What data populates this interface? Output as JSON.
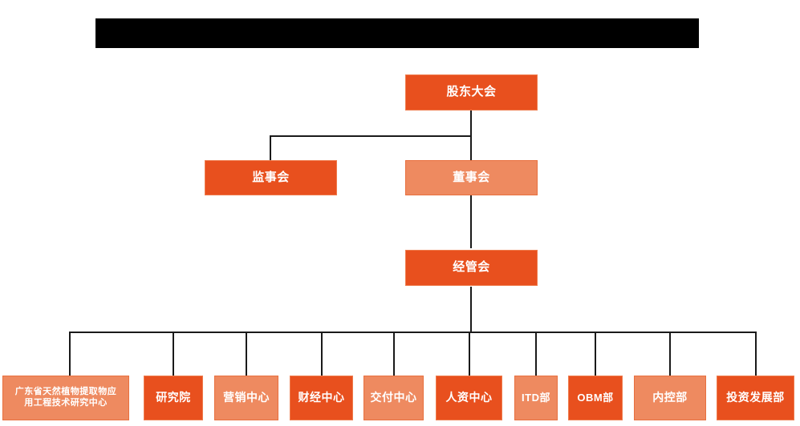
{
  "diagram": {
    "title_bar": {
      "name": "redacted-title-bar",
      "text": ""
    },
    "palette": {
      "dark_orange": "#e8501e",
      "light_salmon": "#ee8a60",
      "connector": "#1a1a1a",
      "background": "#ffffff",
      "redaction": "#000000",
      "text": "#ffffff"
    },
    "levels": [
      {
        "level": 1,
        "nodes": [
          {
            "id": "shareholders-meeting",
            "label": "股东大会",
            "tone": "dark"
          }
        ]
      },
      {
        "level": 2,
        "nodes": [
          {
            "id": "board-of-supervisors",
            "label": "监事会",
            "tone": "dark"
          },
          {
            "id": "board-of-directors",
            "label": "董事会",
            "tone": "light"
          }
        ]
      },
      {
        "level": 3,
        "nodes": [
          {
            "id": "management-committee",
            "label": "经管会",
            "tone": "dark"
          }
        ]
      },
      {
        "level": 4,
        "nodes": [
          {
            "id": "guangdong-research-center",
            "label_line1": "广东省天然植物提取物应",
            "label_line2": "用工程技术研究中心",
            "tone": "light"
          },
          {
            "id": "research-institute",
            "label": "研究院",
            "tone": "dark"
          },
          {
            "id": "marketing-center",
            "label": "营销中心",
            "tone": "light"
          },
          {
            "id": "finance-center",
            "label": "财经中心",
            "tone": "dark"
          },
          {
            "id": "delivery-center",
            "label": "交付中心",
            "tone": "light"
          },
          {
            "id": "hr-center",
            "label": "人资中心",
            "tone": "dark"
          },
          {
            "id": "itd-department",
            "label": "ITD部",
            "tone": "light"
          },
          {
            "id": "obm-department",
            "label": "OBM部",
            "tone": "dark"
          },
          {
            "id": "internal-control-department",
            "label": "内控部",
            "tone": "light"
          },
          {
            "id": "investment-development-department",
            "label": "投资发展部",
            "tone": "dark"
          }
        ]
      }
    ]
  }
}
